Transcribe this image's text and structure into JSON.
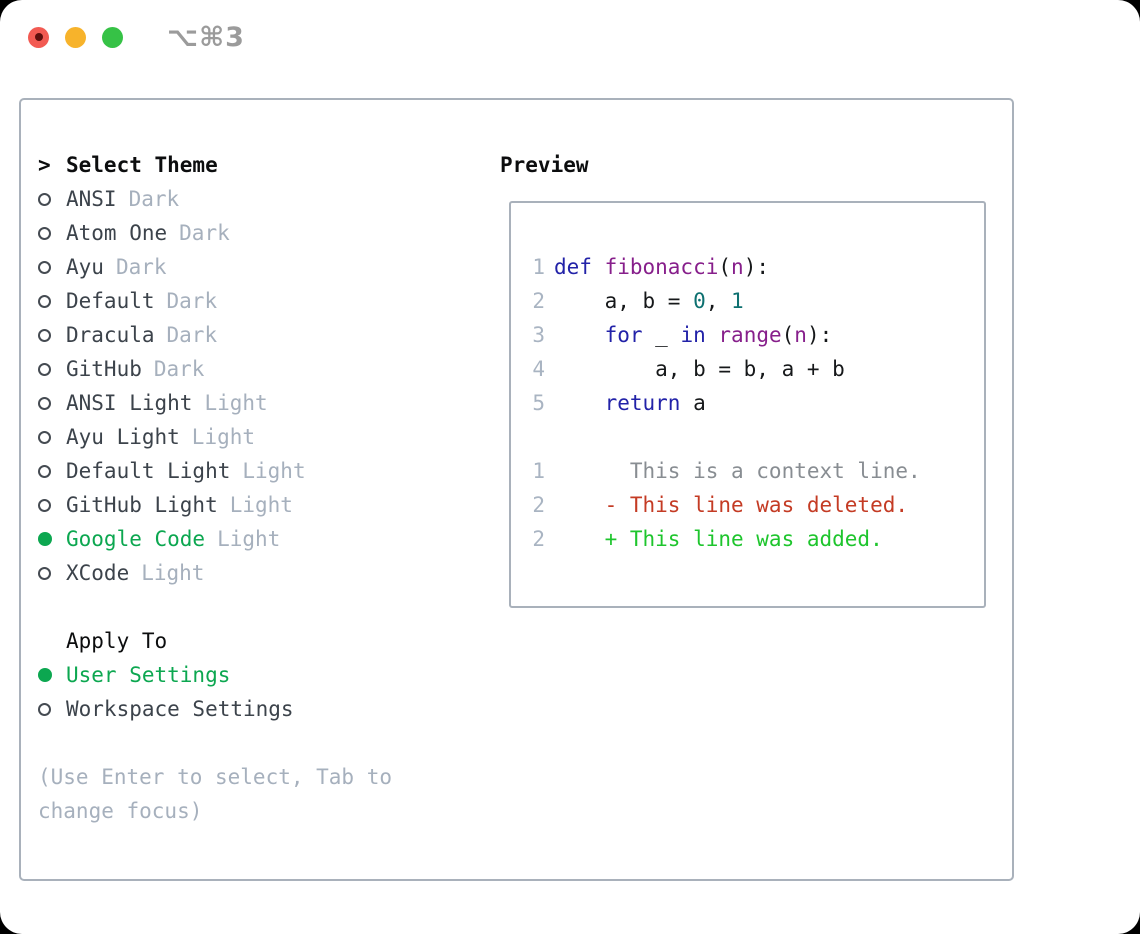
{
  "window": {
    "title": "⌥⌘3"
  },
  "colors": {
    "border": "#a9b1bb",
    "black": "#0c0d0e",
    "item": "#3c434b",
    "muted": "#a6b0bd",
    "circle": "#454b52",
    "green": "#0ca750",
    "lnum": "#a9b4c2",
    "code-kw": "#2222a8",
    "code-typ": "#871f8b",
    "code-lit": "#0d7070",
    "code-pln": "#16181a",
    "diff-ctx": "#888d92",
    "diff-del": "#c43b24",
    "diff-add": "#1ec52d",
    "light-red": "#f25a52",
    "light-red-dot": "#5d0f0d",
    "light-yellow": "#f7b32b",
    "light-green": "#36c246",
    "title-gray": "#9b9b9b"
  },
  "theme_panel": {
    "cursor": ">",
    "header": "Select Theme",
    "items": [
      {
        "name": "ANSI",
        "variant": "Dark",
        "selected": false
      },
      {
        "name": "Atom One",
        "variant": "Dark",
        "selected": false
      },
      {
        "name": "Ayu",
        "variant": "Dark",
        "selected": false
      },
      {
        "name": "Default",
        "variant": "Dark",
        "selected": false
      },
      {
        "name": "Dracula",
        "variant": "Dark",
        "selected": false
      },
      {
        "name": "GitHub",
        "variant": "Dark",
        "selected": false
      },
      {
        "name": "ANSI Light",
        "variant": "Light",
        "selected": false
      },
      {
        "name": "Ayu Light",
        "variant": "Light",
        "selected": false
      },
      {
        "name": "Default Light",
        "variant": "Light",
        "selected": false
      },
      {
        "name": "GitHub Light",
        "variant": "Light",
        "selected": false
      },
      {
        "name": "Google Code",
        "variant": "Light",
        "selected": true
      },
      {
        "name": "XCode",
        "variant": "Light",
        "selected": false
      }
    ],
    "apply_to": {
      "header": "Apply To",
      "options": [
        {
          "label": "User Settings",
          "selected": true
        },
        {
          "label": "Workspace Settings",
          "selected": false
        }
      ]
    },
    "help": "(Use Enter to select, Tab to change focus)"
  },
  "preview": {
    "header": "Preview",
    "code_lines": [
      {
        "num": "1",
        "segments": [
          {
            "t": "def ",
            "c": "kw"
          },
          {
            "t": "fibonacci",
            "c": "typ"
          },
          {
            "t": "(",
            "c": "pln"
          },
          {
            "t": "n",
            "c": "typ"
          },
          {
            "t": "):",
            "c": "pln"
          }
        ]
      },
      {
        "num": "2",
        "segments": [
          {
            "t": "    a, b = ",
            "c": "pln"
          },
          {
            "t": "0",
            "c": "lit"
          },
          {
            "t": ", ",
            "c": "pln"
          },
          {
            "t": "1",
            "c": "lit"
          }
        ]
      },
      {
        "num": "3",
        "segments": [
          {
            "t": "    ",
            "c": "pln"
          },
          {
            "t": "for",
            "c": "kw"
          },
          {
            "t": " _ ",
            "c": "pln"
          },
          {
            "t": "in",
            "c": "kw"
          },
          {
            "t": " ",
            "c": "pln"
          },
          {
            "t": "range",
            "c": "typ"
          },
          {
            "t": "(",
            "c": "pln"
          },
          {
            "t": "n",
            "c": "typ"
          },
          {
            "t": "):",
            "c": "pln"
          }
        ]
      },
      {
        "num": "4",
        "segments": [
          {
            "t": "        a, b = b, a + b",
            "c": "pln"
          }
        ]
      },
      {
        "num": "5",
        "segments": [
          {
            "t": "    ",
            "c": "pln"
          },
          {
            "t": "return",
            "c": "kw"
          },
          {
            "t": " a",
            "c": "pln"
          }
        ]
      },
      {
        "num": "",
        "segments": []
      },
      {
        "num": "1",
        "segments": [
          {
            "t": "      This is a context line.",
            "c": "ctx"
          }
        ]
      },
      {
        "num": "2",
        "segments": [
          {
            "t": "    - This line was deleted.",
            "c": "del"
          }
        ]
      },
      {
        "num": "2",
        "segments": [
          {
            "t": "    + This line was added.",
            "c": "add"
          }
        ]
      }
    ]
  }
}
